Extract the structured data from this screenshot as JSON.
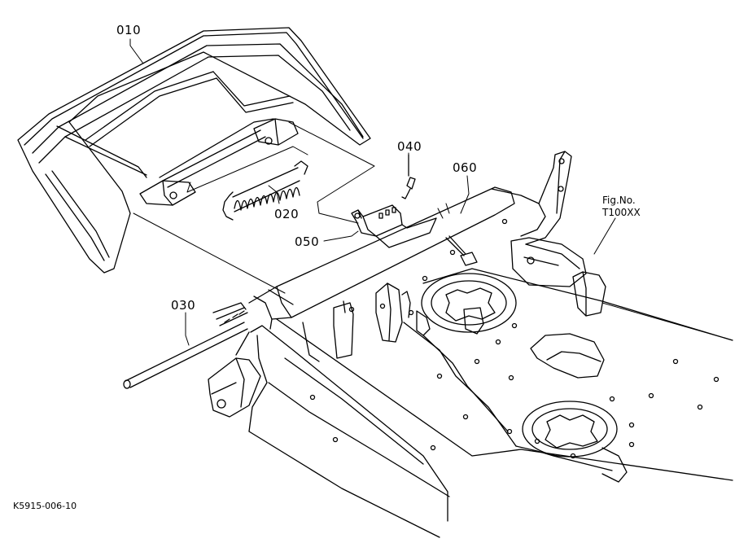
{
  "callouts": {
    "p010": "010",
    "p020": "020",
    "p030": "030",
    "p040": "040",
    "p050": "050",
    "p060": "060"
  },
  "figure": {
    "line1": "Fig.No.",
    "line2": "T100XX"
  },
  "drawing_code": "K5915-006-10"
}
